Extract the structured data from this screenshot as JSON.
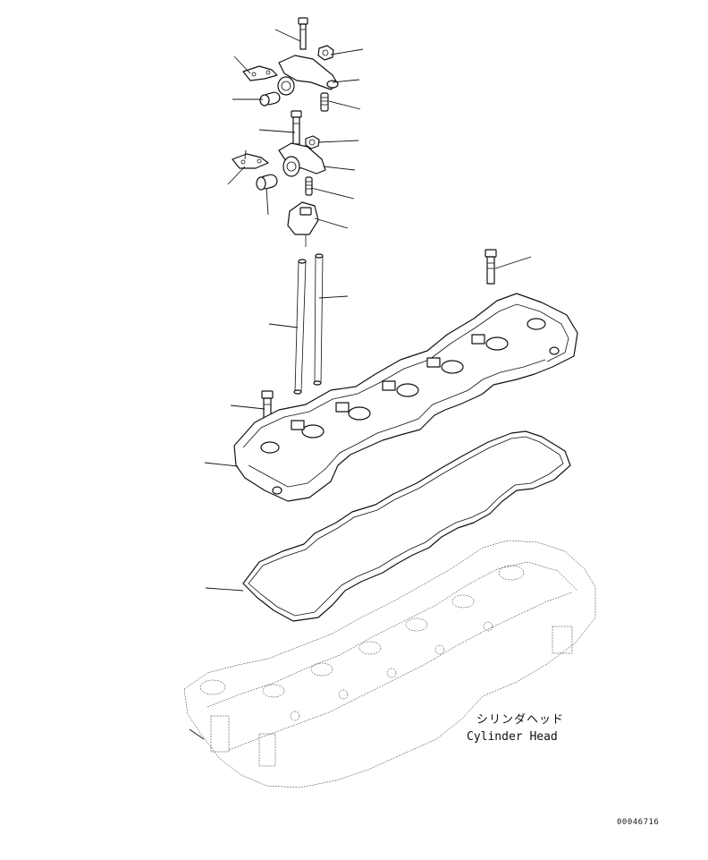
{
  "labels": {
    "cylinder_head_jp": "シリンダヘッド",
    "cylinder_head_en": "Cylinder Head",
    "drawing_code": "00046716"
  },
  "colors": {
    "line": "#111111",
    "background": "#ffffff"
  }
}
